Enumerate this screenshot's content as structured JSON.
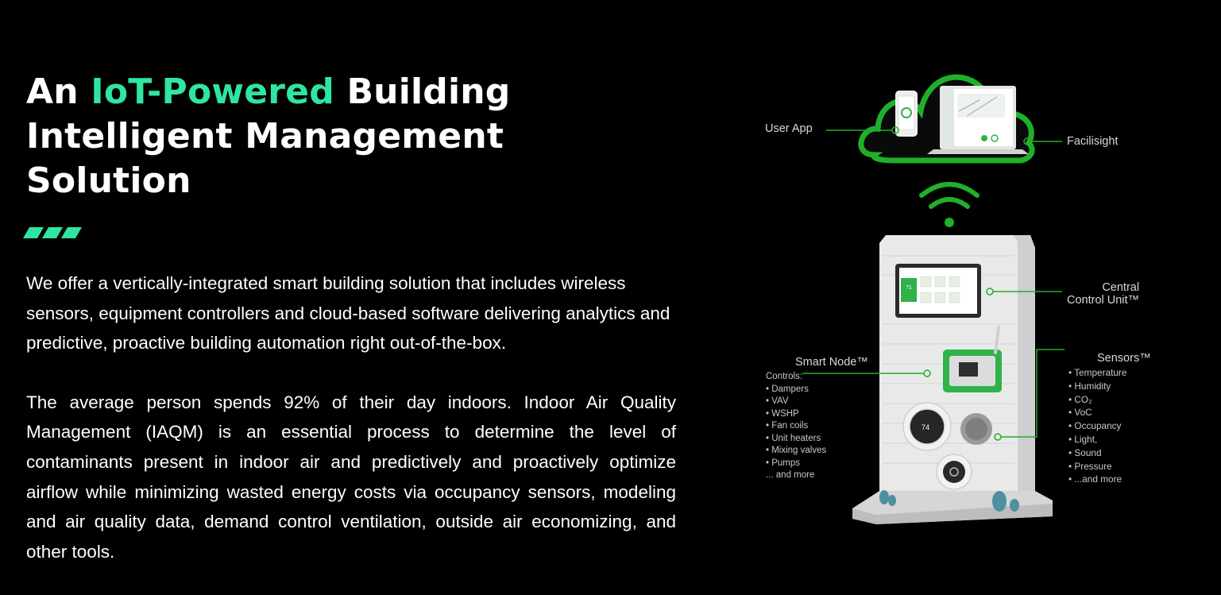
{
  "heading": {
    "part1": "An ",
    "accent": "IoT-Powered",
    "part2": " Building Intelligent Management Solution"
  },
  "colors": {
    "accent": "#2fe6a0",
    "diagram_green": "#1fb02a",
    "background": "#000000"
  },
  "paragraphs": [
    "We offer a vertically-integrated smart building solution that includes wireless sensors, equipment controllers and cloud-based software delivering analytics and predictive, proactive building automation right out-of-the-box.",
    "The average person spends 92% of their day indoors. Indoor Air Quality Management (IAQM) is an essential process to determine the level of contaminants present in indoor air and predictively and proactively optimize airflow while minimizing wasted energy costs via occupancy sensors, modeling and air quality data, demand control ventilation, outside air economizing, and other tools."
  ],
  "diagram": {
    "user_app": "User App",
    "facilisight": "Facilisight",
    "central_line1": "Central",
    "central_line2": "Control Unit™",
    "smart_node": "Smart Node™",
    "controls_title": "Controls:",
    "controls": [
      "• Dampers",
      "• VAV",
      "• WSHP",
      "• Fan coils",
      "• Unit heaters",
      "• Mixing valves",
      "• Pumps",
      "... and more"
    ],
    "sensors_title": "Sensors™",
    "sensors": [
      "• Temperature",
      "• Humidity",
      "• CO₂",
      "• VoC",
      "• Occupancy",
      "• Light,",
      "• Sound",
      "• Pressure",
      "• ...and more"
    ],
    "screen_value": "71",
    "thermostat_value": "74"
  }
}
